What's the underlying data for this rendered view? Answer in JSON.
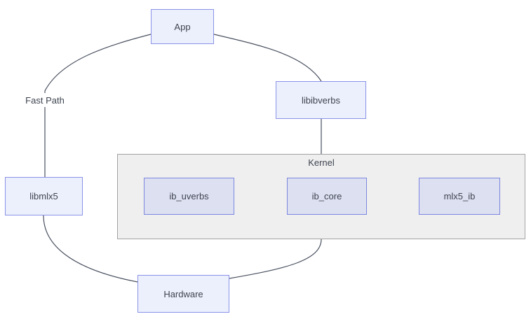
{
  "diagram": {
    "type": "node-link",
    "nodes": {
      "app": {
        "label": "App"
      },
      "libibverbs": {
        "label": "libibverbs"
      },
      "libmlx5": {
        "label": "libmlx5"
      },
      "hardware": {
        "label": "Hardware"
      },
      "kernel": {
        "label": "Kernel"
      },
      "ib_uverbs": {
        "label": "ib_uverbs"
      },
      "ib_core": {
        "label": "ib_core"
      },
      "mlx5_ib": {
        "label": "mlx5_ib"
      }
    },
    "kernel_children": [
      "ib_uverbs",
      "ib_core",
      "mlx5_ib"
    ],
    "edges": [
      {
        "from": "App",
        "to": "libmlx5",
        "label": "Fast Path"
      },
      {
        "from": "App",
        "to": "libibverbs",
        "label": ""
      },
      {
        "from": "libibverbs",
        "to": "Kernel",
        "label": ""
      },
      {
        "from": "ib_uverbs",
        "to": "ib_core",
        "label": ""
      },
      {
        "from": "ib_core",
        "to": "mlx5_ib",
        "label": ""
      },
      {
        "from": "Kernel",
        "to": "Hardware",
        "label": ""
      },
      {
        "from": "libmlx5",
        "to": "Hardware",
        "label": ""
      }
    ],
    "colors": {
      "node_fill": "#eceffc",
      "node_border": "#8a93e8",
      "kernel_child_fill": "#dde0f1",
      "kernel_child_border": "#7c86df",
      "container_fill": "#efefef",
      "container_border": "#a3a3a3",
      "edge_stroke": "#4a5160",
      "text": "#3e4450",
      "background": "#ffffff"
    }
  }
}
